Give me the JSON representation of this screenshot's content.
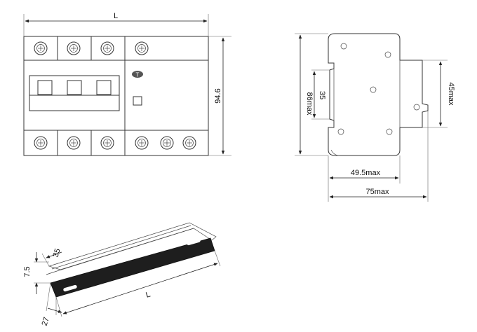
{
  "front_view": {
    "width_label": "L",
    "height_label": "94.6",
    "indicator_label": "T"
  },
  "side_view": {
    "height_label": "86max",
    "rail_label": "35",
    "depth_label": "45max",
    "front_depth_label": "49.5max",
    "total_depth_label": "75max"
  },
  "rail": {
    "height_label": "7.5",
    "width_label": "35",
    "base_label": "27",
    "length_label": "L"
  }
}
